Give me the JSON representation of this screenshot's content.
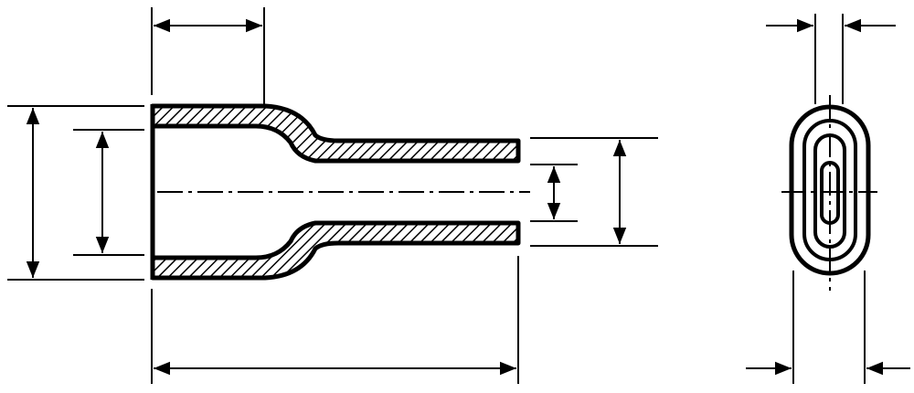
{
  "drawing": {
    "line_color": "#000000",
    "background": "#ffffff",
    "views": [
      {
        "id": "side-section",
        "description_type": "sectioned-tube-terminal"
      },
      {
        "id": "end-view",
        "description_type": "oval-end-view"
      }
    ]
  }
}
